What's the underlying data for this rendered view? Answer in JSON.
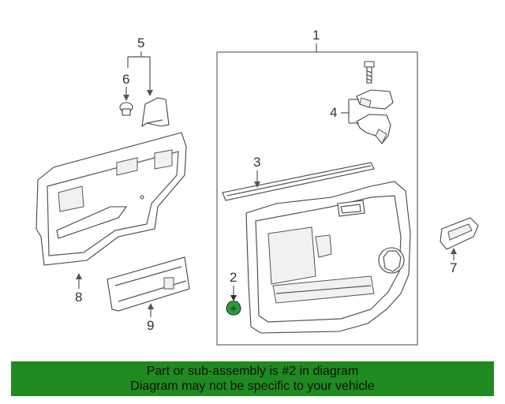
{
  "callouts": [
    "1",
    "2",
    "3",
    "4",
    "5",
    "6",
    "7",
    "8",
    "9"
  ],
  "banner": {
    "line1": "Part or sub-assembly is #2 in diagram",
    "line2": "Diagram may not be specific to your vehicle"
  },
  "colors": {
    "banner_background": "#1f8a1f",
    "highlight_part": "#2e9a3a",
    "line_art": "#555555"
  }
}
